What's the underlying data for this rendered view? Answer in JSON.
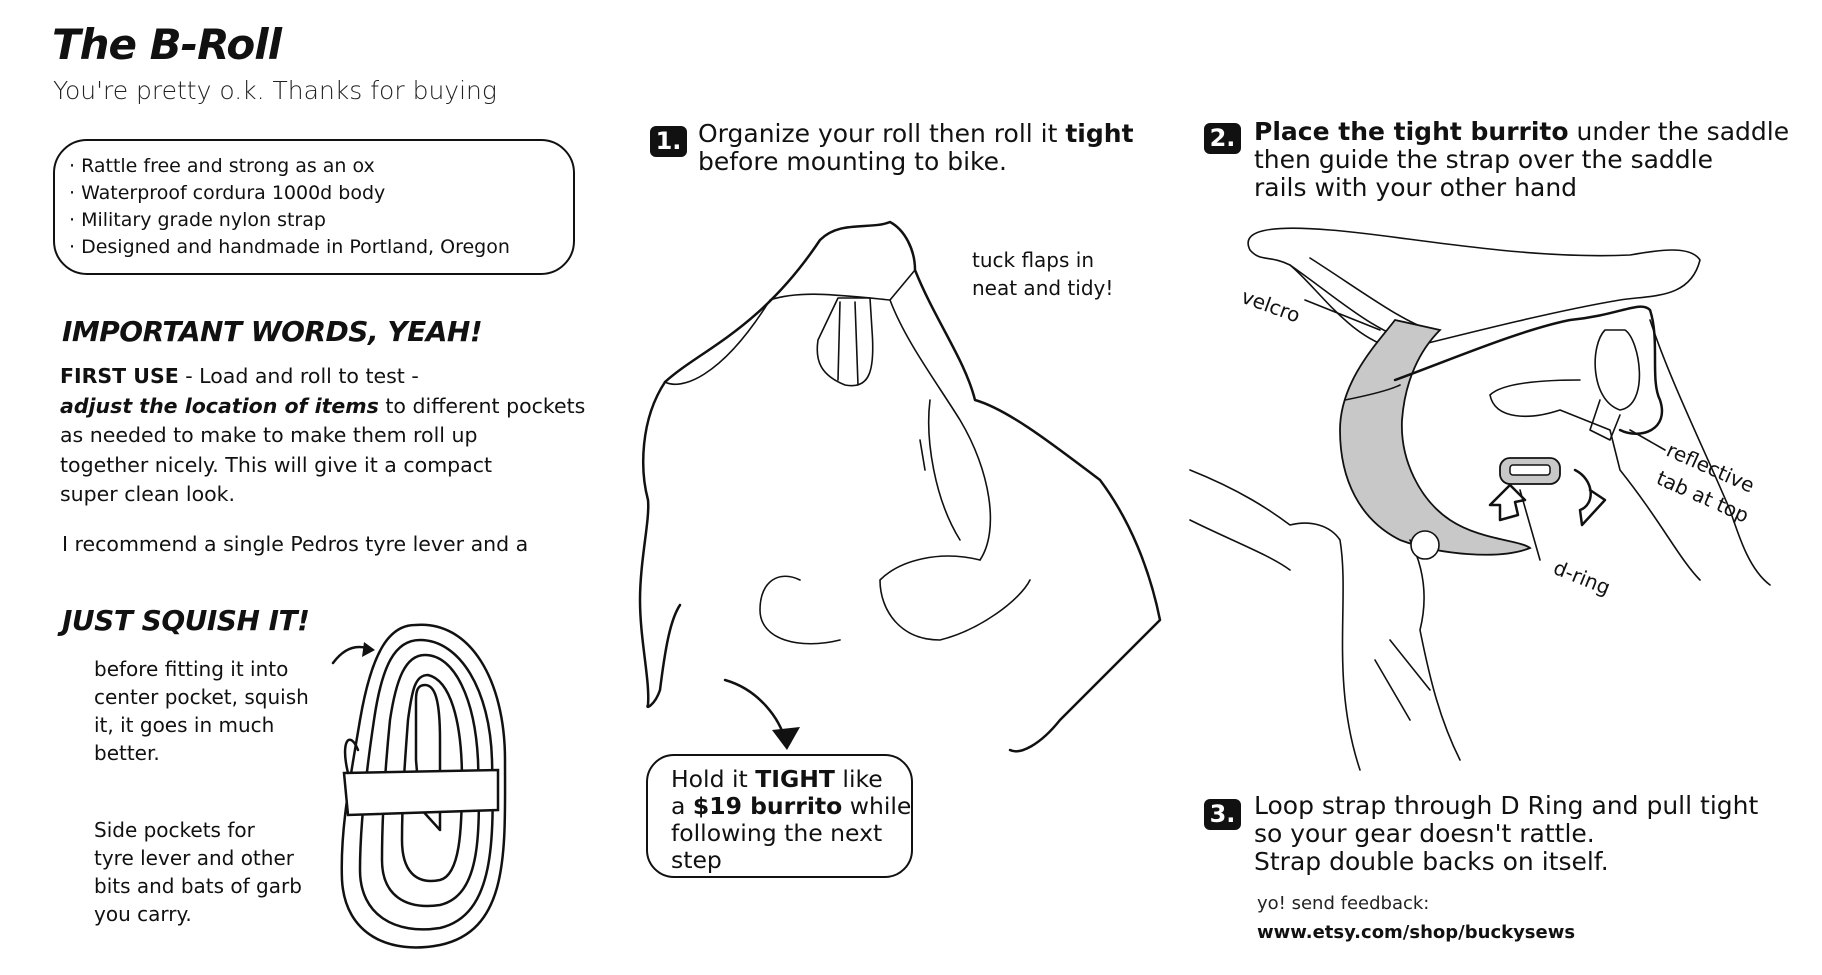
{
  "header": {
    "title": "The B-Roll",
    "subtitle": "You're pretty o.k. Thanks for buying"
  },
  "features": [
    "· Rattle free and strong as an ox",
    "· Waterproof cordura 1000d body",
    "· Military grade nylon strap",
    "· Designed and handmade in Portland, Oregon"
  ],
  "important": {
    "heading": "IMPORTANT WORDS, YEAH!",
    "first_use_label": "FIRST USE",
    "first_use_text": " - Load and roll to test -",
    "adjust_emphasis": "adjust the location of items",
    "adjust_text": " to different pockets",
    "line3": "as needed to make to make them roll up",
    "line4": "together nicely. This will give it a compact",
    "line5": "super clean look.",
    "recommend": "I recommend a single Pedros tyre lever and a"
  },
  "squish": {
    "heading": "JUST SQUISH IT!",
    "text_lines": [
      "before fitting it into",
      "center pocket,  squish",
      "it, it goes in much",
      "better."
    ],
    "side_lines": [
      "Side pockets for",
      "tyre lever and other",
      "bits and bats of garb",
      "you carry."
    ]
  },
  "step1": {
    "number": "1.",
    "text_a": "Organize your roll then roll it ",
    "text_bold": "tight",
    "line2": "before mounting to bike.",
    "tuck_note": [
      "tuck flaps in",
      "neat and tidy!"
    ],
    "callout": {
      "t1": "Hold it ",
      "b1": "TIGHT",
      "t2": " like",
      "t3": "a ",
      "b2": "$19 burrito",
      "t4": " while",
      "line3": "following the next",
      "line4": "step"
    }
  },
  "step2": {
    "number": "2.",
    "bold": "Place the tight burrito",
    "text_a": " under the saddle",
    "line2": "then guide the strap over the saddle",
    "line3": "rails with your other hand",
    "labels": {
      "velcro": "velcro",
      "d_ring": "d-ring",
      "reflective": "reflective",
      "tab_at_top": "tab at top"
    }
  },
  "step3": {
    "number": "3.",
    "lines": [
      "Loop strap through D Ring and pull tight",
      "so your gear doesn't rattle.",
      "Strap double backs on itself."
    ]
  },
  "footer": {
    "feedback": "yo! send feedback:",
    "url": "www.etsy.com/shop/buckysews"
  },
  "colors": {
    "ink": "#111111",
    "strap_gray": "#c8c8c8"
  }
}
